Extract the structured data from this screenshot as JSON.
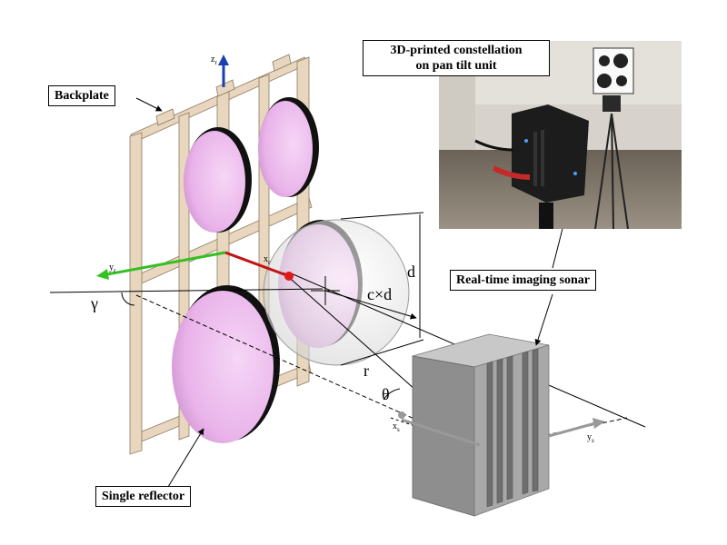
{
  "callouts": {
    "backplate": "Backplate",
    "constellation_line1": "3D-printed constellation",
    "constellation_line2": "on pan tilt unit",
    "sonar": "Real-time imaging sonar",
    "reflector": "Single reflector"
  },
  "symbols": {
    "gamma": "γ",
    "theta": "θ",
    "r": "r",
    "d": "d",
    "cxd": "c×d"
  },
  "axes": {
    "z_r": {
      "base": "z",
      "sub": "r"
    },
    "y_r": {
      "base": "y",
      "sub": "r"
    },
    "x_r": {
      "base": "x",
      "sub": "r"
    },
    "x_s": {
      "base": "x",
      "sub": "s"
    },
    "y_s": {
      "base": "y",
      "sub": "s"
    }
  },
  "colors": {
    "wood": "#e6d3bb",
    "wood_dark": "#c8b394",
    "reflector": "#f0c4f0",
    "reflector_dark": "#111111",
    "axis_x": "#c01515",
    "axis_y": "#33c020",
    "axis_z": "#1a3fb0",
    "sonar_front": "#8a8a8a",
    "sonar_side": "#b0b0b0",
    "sonar_top": "#c8c8c8"
  }
}
